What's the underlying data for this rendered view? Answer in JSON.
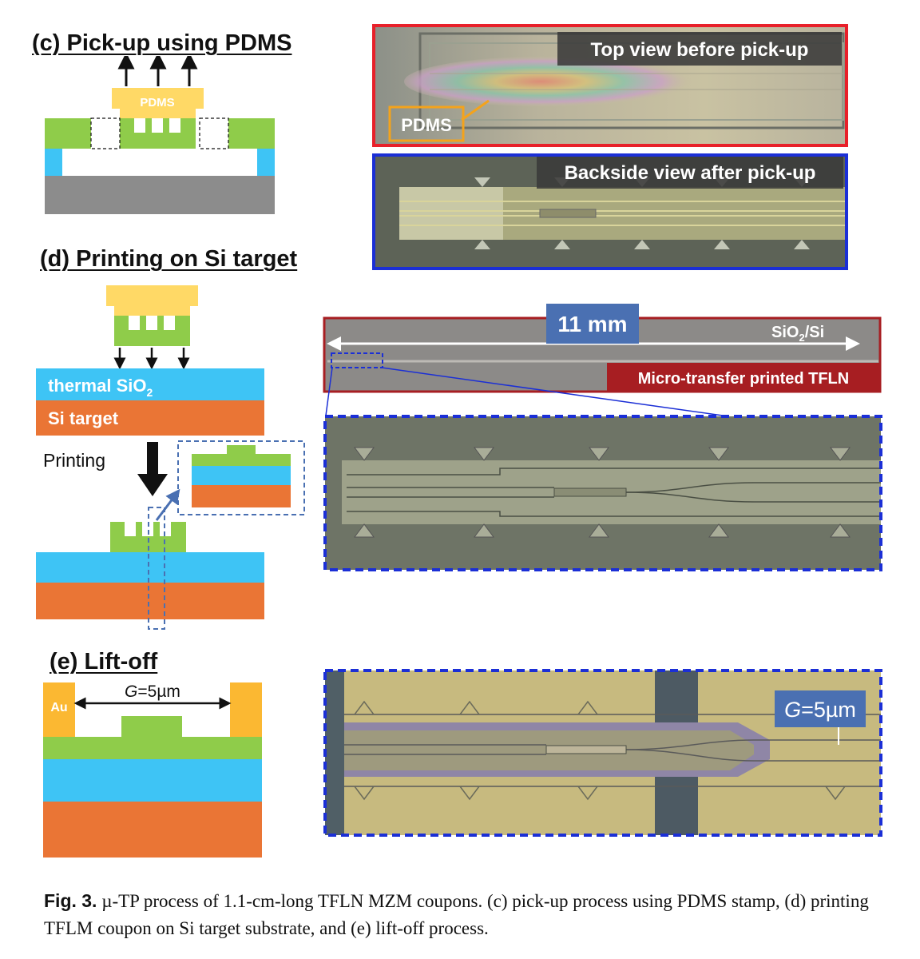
{
  "sections": {
    "c_title": "(c) Pick-up using PDMS",
    "d_title": "(d) Printing on Si target",
    "e_title": "(e) Lift-off"
  },
  "diagram_c": {
    "pdms_label": "PDMS"
  },
  "diagram_d": {
    "sio2_label": "thermal SiO",
    "sio2_sub": "2",
    "si_label": "Si target",
    "printing_label": "Printing"
  },
  "diagram_e": {
    "au_label": "Au",
    "gap_italic": "G",
    "gap_rest": "=5µm"
  },
  "micrographs": {
    "top_view_label": "Top view before pick-up",
    "pdms_callout": "PDMS",
    "backside_label": "Backside view after pick-up",
    "length_label": "11 mm",
    "substrate_label": "SiO",
    "substrate_sub": "2",
    "substrate_tail": "/Si",
    "printed_label": "Micro-transfer printed TFLN",
    "gap_italic": "G",
    "gap_rest": "=5µm"
  },
  "caption": {
    "fig_label": "Fig. 3.",
    "text": " µ-TP process of 1.1-cm-long TFLN MZM coupons. (c) pick-up process using PDMS stamp, (d) printing TFLM coupon on Si target substrate, and (e) lift-off process."
  },
  "colors": {
    "green": "#8fcc4a",
    "pdms_yellow": "#ffd966",
    "sio2_cyan": "#3ec4f5",
    "si_orange": "#ea7535",
    "substrate_gray": "#8c8c8c",
    "au_gold": "#fbb832",
    "frame_red": "#e8202a",
    "frame_blue": "#1b2fd6",
    "label_blue": "#4a70b2",
    "label_darkred": "#a71e22"
  }
}
